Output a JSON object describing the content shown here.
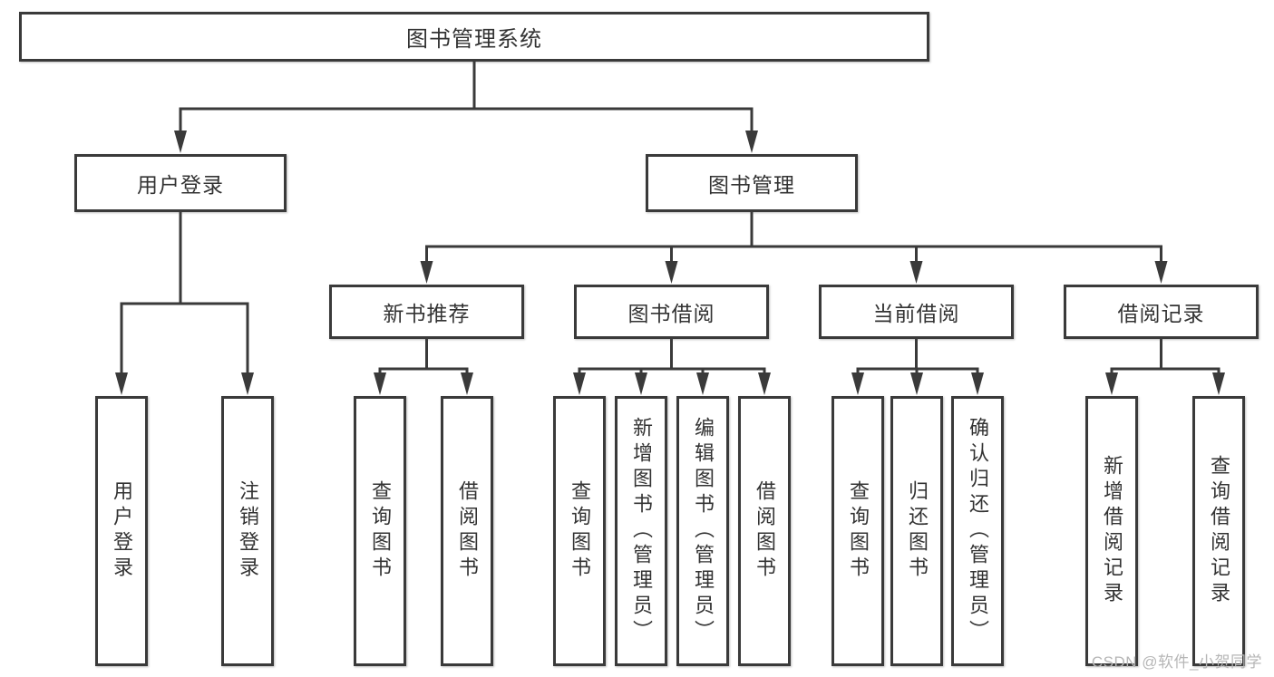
{
  "diagram": {
    "root": {
      "label": "图书管理系统"
    },
    "level2": [
      {
        "label": "用户登录"
      },
      {
        "label": "图书管理"
      }
    ],
    "level3": [
      {
        "label": "新书推荐"
      },
      {
        "label": "图书借阅"
      },
      {
        "label": "当前借阅"
      },
      {
        "label": "借阅记录"
      }
    ],
    "leaves": [
      {
        "label": "用户登录"
      },
      {
        "label": "注销登录"
      },
      {
        "label": "查询图书"
      },
      {
        "label": "借阅图书"
      },
      {
        "label": "查询图书"
      },
      {
        "label": "新增图书（管理员）"
      },
      {
        "label": "编辑图书（管理员）"
      },
      {
        "label": "借阅图书"
      },
      {
        "label": "查询图书"
      },
      {
        "label": "归还图书"
      },
      {
        "label": "确认归还（管理员）"
      },
      {
        "label": "新增借阅记录"
      },
      {
        "label": "查询借阅记录"
      }
    ],
    "colors": {
      "line": "#3a3a3a",
      "text": "#333333",
      "watermark": "#b6b6b6",
      "background": "#ffffff"
    }
  },
  "watermark": {
    "text": "CSDN @软件_小贺同学"
  }
}
